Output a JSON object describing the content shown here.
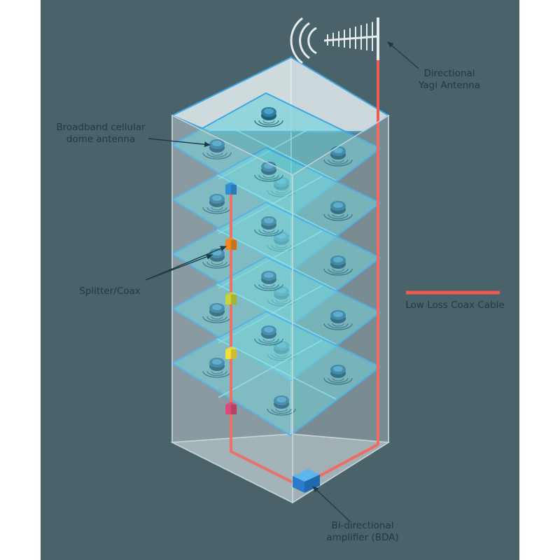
{
  "colors": {
    "background": "#4a626a",
    "building_outline": "#3da7e6",
    "floor_fill": "#64d1d8",
    "coax_cable": "#ef5b50",
    "label_text": "#1a3b49",
    "arrow": "#1a3b49"
  },
  "labels": {
    "yagi": [
      "Directional",
      "Yagi Antenna"
    ],
    "dome": [
      "Broadband cellular",
      "dome antenna"
    ],
    "splitter": [
      "Splitter/Coax"
    ],
    "bda": [
      "Bi-directional",
      "amplifier (BDA)"
    ]
  },
  "legend": {
    "coax_cable": "Low Loss Coax Cable"
  },
  "splitter_colors": [
    "#2f8fd6",
    "#f2871f",
    "#c6d43a",
    "#f3dd38",
    "#d94a78"
  ],
  "floor_count": 5,
  "dome_antennas_per_floor": 4
}
